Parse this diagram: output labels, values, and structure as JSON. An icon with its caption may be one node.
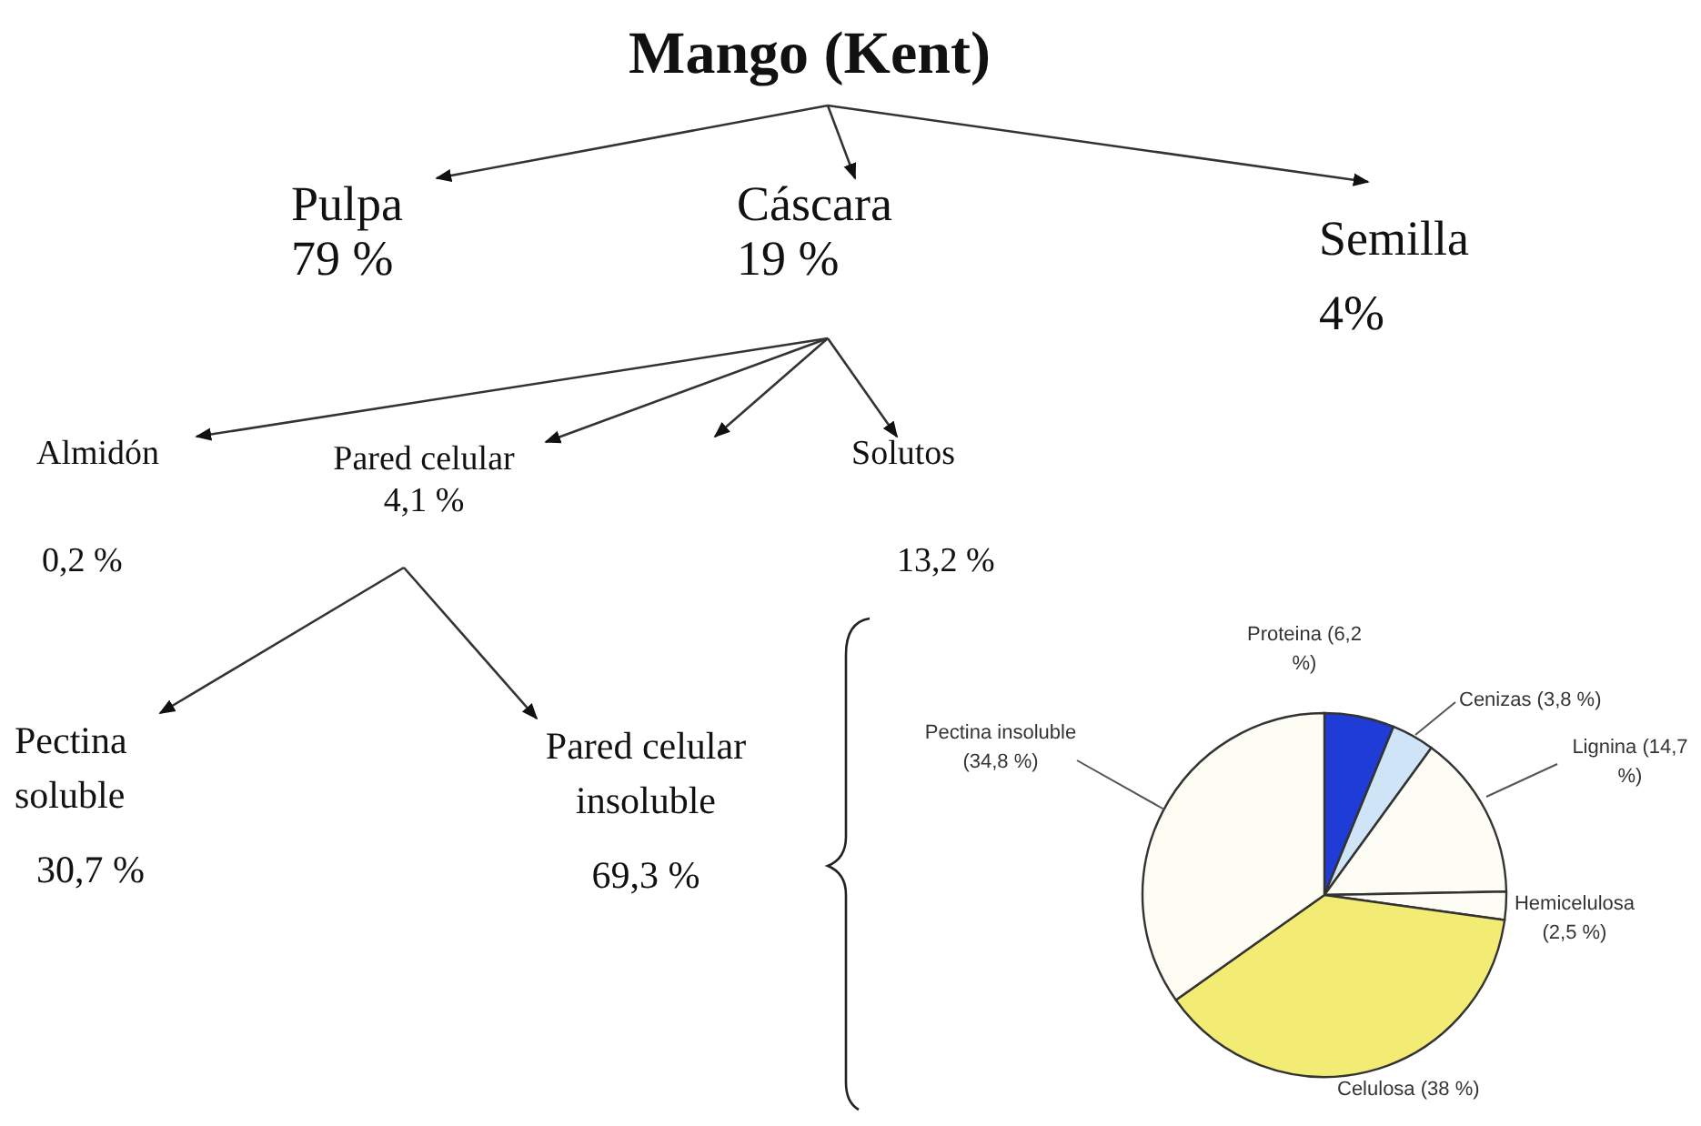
{
  "diagram": {
    "nodes": [
      {
        "text": [
          "Mango (Kent)"
        ]
      },
      {
        "text": [
          "Pulpa",
          "79 %"
        ]
      },
      {
        "text": [
          "Cáscara",
          "19 %"
        ]
      },
      {
        "text": [
          "Semilla",
          "4%"
        ]
      },
      {
        "text": [
          "Almidón",
          "0,2 %"
        ]
      },
      {
        "text": [
          "Pared celular",
          "4,1 %"
        ]
      },
      {
        "text": [
          "Solutos",
          "13,2 %"
        ]
      },
      {
        "text": [
          "Pectina soluble",
          "30,7 %"
        ]
      },
      {
        "text": [
          "Pared celular insoluble",
          "69,3 %"
        ]
      }
    ],
    "edges": [
      {
        "from": 0,
        "to": 1,
        "arrow": "to"
      },
      {
        "from": 0,
        "to": 2,
        "arrow": "to"
      },
      {
        "from": 0,
        "to": 3,
        "arrow": "to"
      },
      {
        "from": 2,
        "to": 4,
        "arrow": "to"
      },
      {
        "from": 2,
        "to": 5,
        "arrow": "to"
      },
      {
        "from": 2,
        "to": null,
        "arrow": "to"
      },
      {
        "from": 2,
        "to": 6,
        "arrow": "to"
      },
      {
        "from": 5,
        "to": 7,
        "arrow": "to"
      },
      {
        "from": 5,
        "to": 8,
        "arrow": "to"
      }
    ],
    "chart_data": {
      "type": "pie",
      "categories": [
        "Proteina (6,2 %)",
        "Cenizas (3,8 %)",
        "Lignina (14,7 %)",
        "Hemicelulosa (2,5 %)",
        "Celulosa (38 %)",
        "Pectina insoluble (34,8 %)"
      ],
      "values": [
        6.2,
        3.8,
        14.7,
        2.5,
        38,
        34.8
      ]
    }
  }
}
